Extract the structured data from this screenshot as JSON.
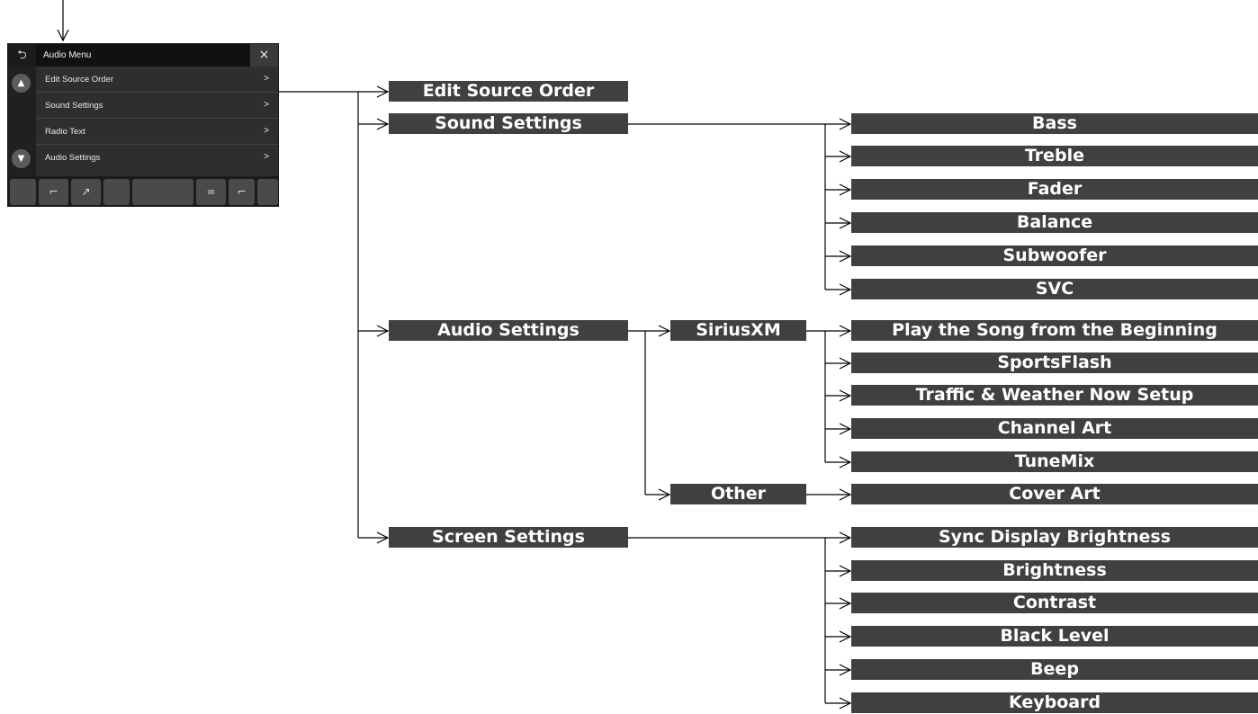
{
  "screen": {
    "title": "Audio Menu",
    "close_glyph": "×",
    "back_icon": "back-arrow-icon",
    "items": [
      {
        "label": "Edit Source Order",
        "chevron": ">"
      },
      {
        "label": "Sound Settings",
        "chevron": ">"
      },
      {
        "label": "Radio Text",
        "chevron": ">"
      },
      {
        "label": "Audio Settings",
        "chevron": ">"
      }
    ]
  },
  "menu": {
    "edit_source_order": "Edit Source Order",
    "sound_settings": {
      "label": "Sound Settings",
      "children": [
        "Bass",
        "Treble",
        "Fader",
        "Balance",
        "Subwoofer",
        "SVC"
      ]
    },
    "audio_settings": {
      "label": "Audio Settings",
      "siriusxm": {
        "label": "SiriusXM",
        "children": [
          "Play the Song from the Beginning",
          "SportsFlash",
          "Traffic & Weather Now Setup",
          "Channel Art",
          "TuneMix"
        ]
      },
      "other": {
        "label": "Other",
        "children": [
          "Cover Art"
        ]
      }
    },
    "screen_settings": {
      "label": "Screen Settings",
      "children": [
        "Sync Display Brightness",
        "Brightness",
        "Contrast",
        "Black Level",
        "Beep",
        "Keyboard"
      ]
    }
  },
  "colors": {
    "box_fill": "#404040",
    "box_text": "#ffffff",
    "line": "#000000"
  }
}
